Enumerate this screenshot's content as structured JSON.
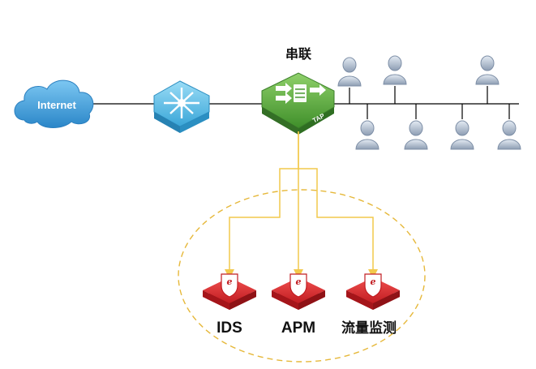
{
  "labels": {
    "internet": "Internet",
    "mode": "串联",
    "tap_badge": "TAP",
    "ids": "IDS",
    "apm": "APM",
    "traffic": "流量监测"
  },
  "colors": {
    "cloud": "#3f9fdc",
    "switch": "#3aa6d8",
    "tap": "#4a9a35",
    "appliance": "#d9252a",
    "link": "#000000",
    "mirror_link": "#f2c94c",
    "ellipse": "#e6b83a",
    "user": "#a9b7c9"
  },
  "icons": {
    "cloud": "internet-cloud-icon",
    "switch": "network-switch-icon",
    "tap": "network-tap-icon",
    "user": "user-icon",
    "appliance": "security-appliance-icon"
  }
}
